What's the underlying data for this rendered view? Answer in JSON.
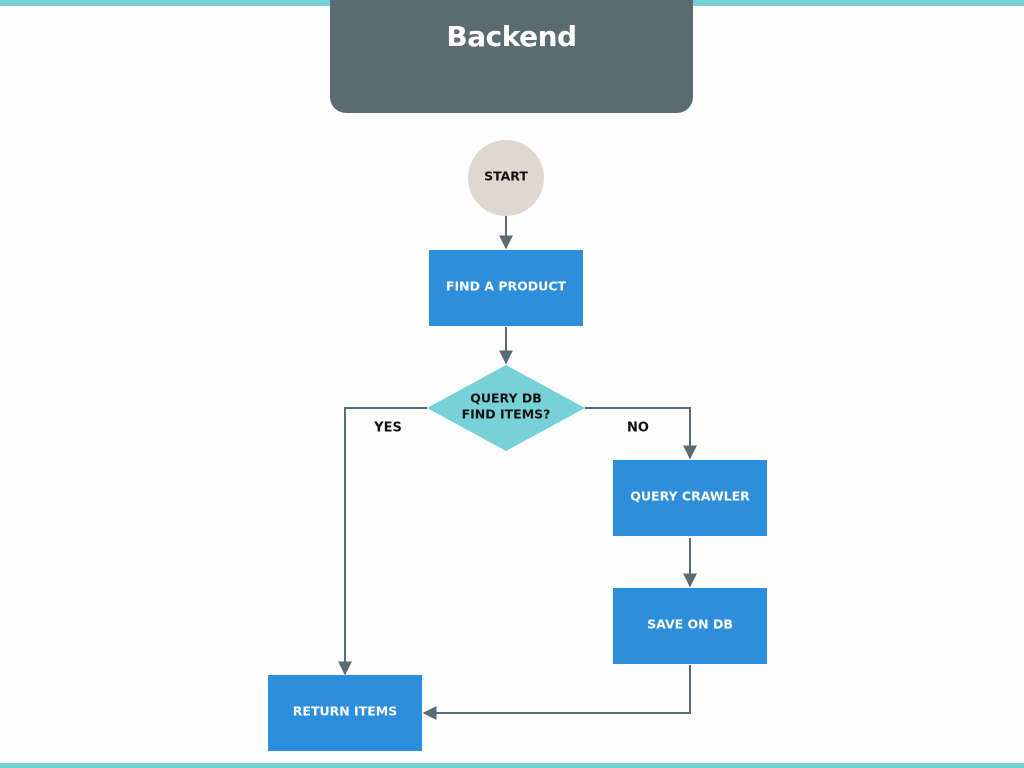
{
  "title": "Backend",
  "colors": {
    "stripe": "#76d2d6",
    "title_bg": "#5b6b72",
    "title_text": "#ffffff",
    "start_fill": "#ddd9ce",
    "process_fill": "#2d8fdb",
    "decision_fill": "#76d2d6",
    "connector": "#5b6b72",
    "dark_text": "#111111",
    "light_text": "#ffffff"
  },
  "nodes": {
    "start": {
      "label": "START"
    },
    "find_product": {
      "label": "FIND A PRODUCT"
    },
    "decision": {
      "line1": "QUERY DB",
      "line2": "FIND ITEMS?"
    },
    "query_crawler": {
      "label": "QUERY CRAWLER"
    },
    "save_db": {
      "label": "SAVE ON DB"
    },
    "return_items": {
      "label": "RETURN ITEMS"
    }
  },
  "branches": {
    "yes": "YES",
    "no": "NO"
  }
}
